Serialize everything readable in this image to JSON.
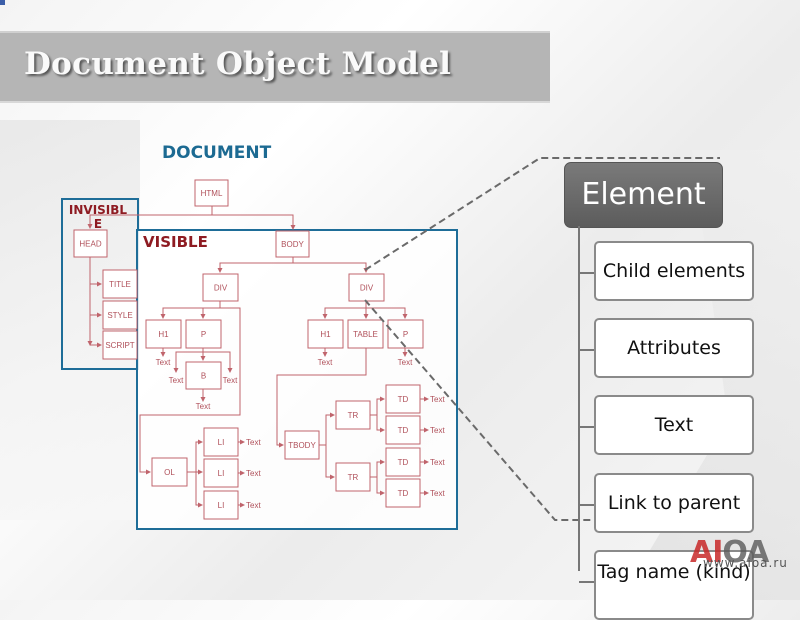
{
  "slide": {
    "title": "Document Object Model"
  },
  "labels": {
    "document": "DOCUMENT",
    "invisible": "INVISIBLE",
    "visible": "VISIBLE"
  },
  "dom_tree": {
    "nodes": {
      "html": "HTML",
      "head": "HEAD",
      "title": "TITLE",
      "style": "STYLE",
      "script": "SCRIPT",
      "body": "BODY",
      "div1": "DIV",
      "h1a": "H1",
      "p1": "P",
      "b": "B",
      "ol": "OL",
      "li1": "LI",
      "li2": "LI",
      "li3": "LI",
      "div2": "DIV",
      "h1b": "H1",
      "table": "TABLE",
      "p2": "P",
      "tbody": "TBODY",
      "tr1": "TR",
      "tr2": "TR",
      "td1": "TD",
      "td2": "TD",
      "td3": "TD",
      "td4": "TD"
    },
    "leaf_label": "Text"
  },
  "element_panel": {
    "header": "Element",
    "properties": [
      "Child elements",
      "Attributes",
      "Text",
      "Link to parent",
      "Tag name (kind)"
    ]
  },
  "watermark": {
    "logo_red": "AI",
    "logo_gray": "OA",
    "url": "www.aioa.ru"
  },
  "colors": {
    "node_stroke": "#c0646c",
    "frame_blue": "#1e6d98",
    "label_red": "#8e1b22",
    "label_blue": "#1c6a92"
  }
}
